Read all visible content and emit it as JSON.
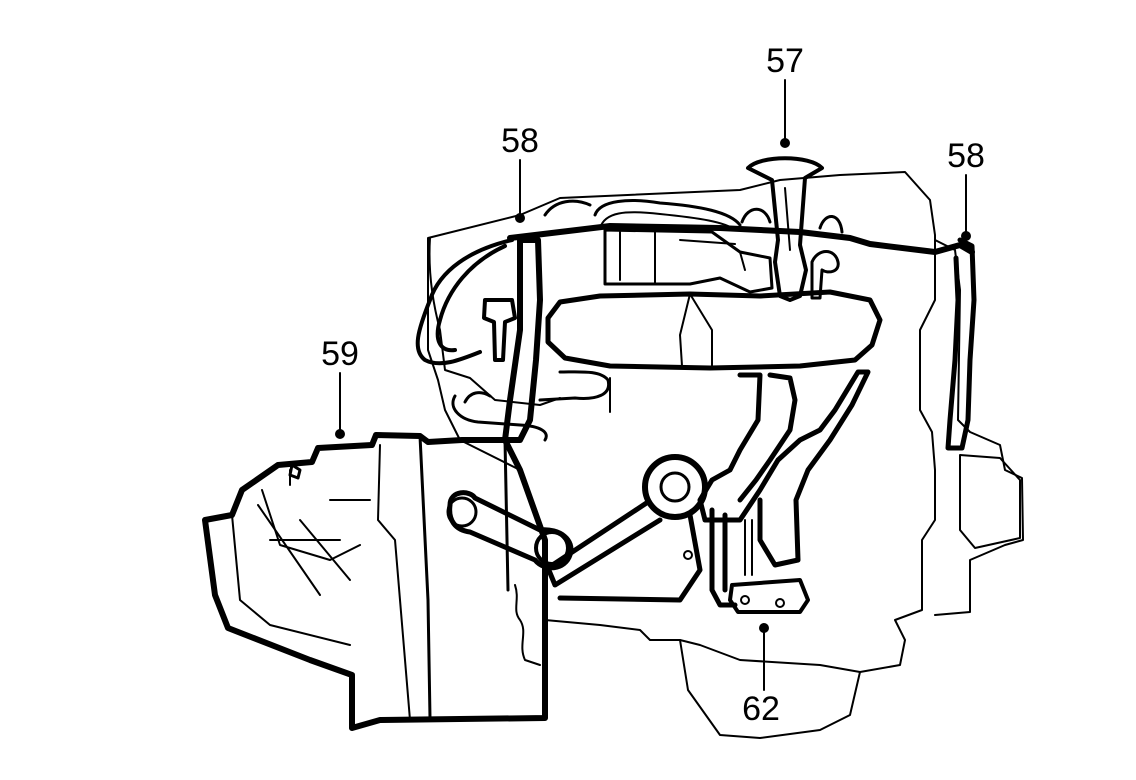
{
  "diagram": {
    "callouts": [
      {
        "id": "c57",
        "label": "57"
      },
      {
        "id": "c58a",
        "label": "58"
      },
      {
        "id": "c58b",
        "label": "58"
      },
      {
        "id": "c59",
        "label": "59"
      },
      {
        "id": "c62",
        "label": "62"
      }
    ],
    "colors": {
      "ink": "#000000",
      "paper": "#ffffff"
    }
  }
}
